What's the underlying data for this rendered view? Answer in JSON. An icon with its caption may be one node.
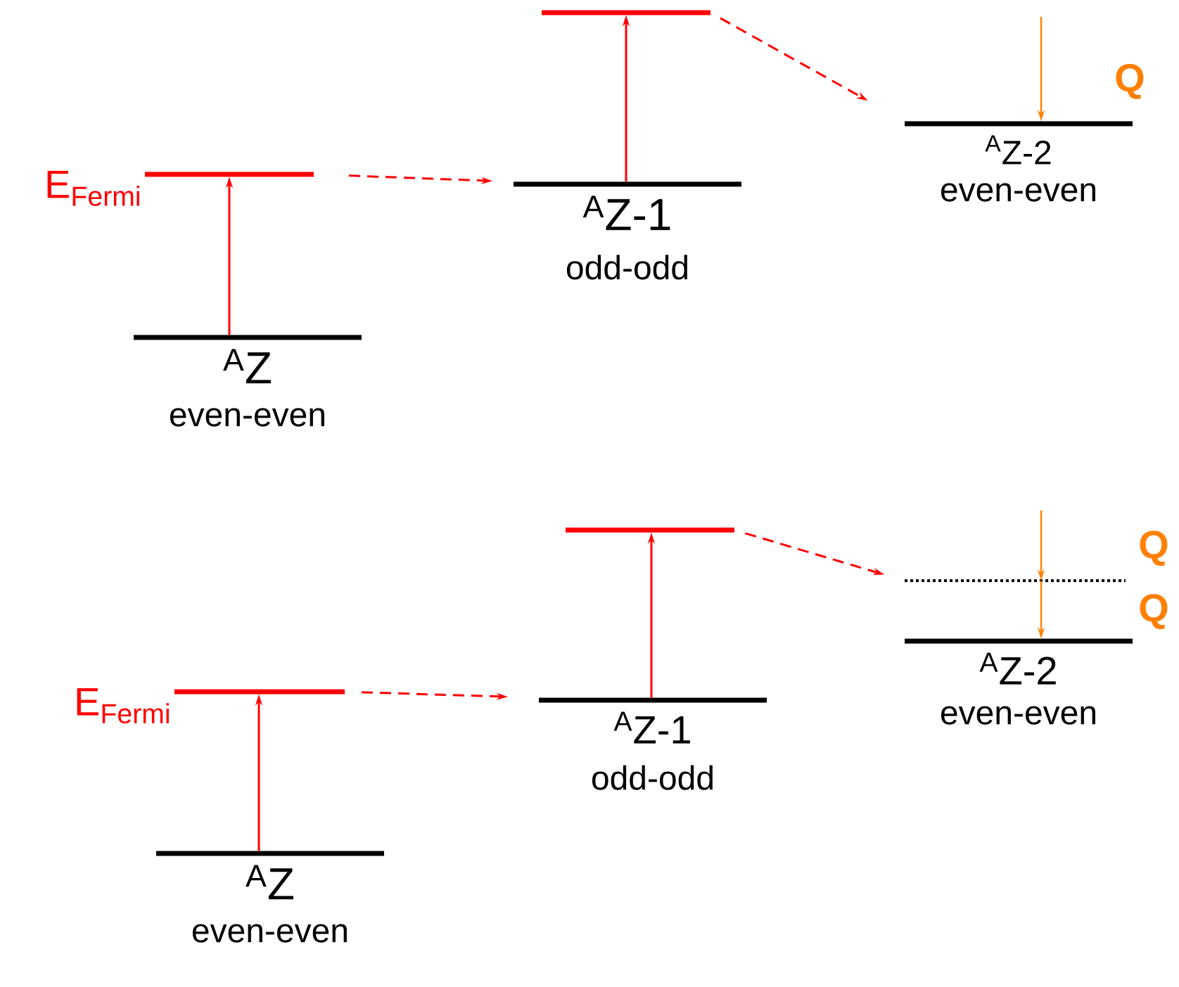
{
  "diagram": {
    "nodes": [
      {
        "text": [
          "$^{A}$Z",
          "even-even"
        ]
      },
      {
        "text": [],
        "shape": "bar",
        "beside": [
          "E$_{Fermi}$"
        ]
      },
      {
        "text": [
          "$^{A}$Z-1",
          "odd-odd"
        ]
      },
      {
        "text": [],
        "shape": "bar"
      },
      {
        "text": [
          "$^{A}$Z-2",
          "even-even"
        ]
      },
      {
        "text": [
          "$^{A}$Z",
          "even-even"
        ]
      },
      {
        "text": [],
        "shape": "bar",
        "beside": [
          "E$_{Fermi}$"
        ]
      },
      {
        "text": [
          "$^{A}$Z-1",
          "odd-odd"
        ]
      },
      {
        "text": [],
        "shape": "bar"
      },
      {
        "text": [],
        "shape": "bar"
      },
      {
        "text": [
          "$^{A}$Z-2",
          "even-even"
        ]
      }
    ],
    "edges": [
      {
        "from": 0,
        "to": 1,
        "arrow": "to"
      },
      {
        "from": 1,
        "to": 2,
        "arrow": "to",
        "style": "dashed"
      },
      {
        "from": 2,
        "to": 3,
        "arrow": "to"
      },
      {
        "from": 3,
        "to": 4,
        "arrow": "to",
        "style": "dashed"
      },
      {
        "from": null,
        "to": 4,
        "arrow": "to",
        "label": "Q",
        "color": "#ff8000"
      },
      {
        "from": 5,
        "to": 6,
        "arrow": "to"
      },
      {
        "from": 6,
        "to": 7,
        "arrow": "to",
        "style": "dashed"
      },
      {
        "from": 7,
        "to": 8,
        "arrow": "to"
      },
      {
        "from": 8,
        "to": 9,
        "arrow": "to",
        "style": "dashed"
      },
      {
        "from": null,
        "to": 9,
        "arrow": "to",
        "label": "Q",
        "color": "#ff8000"
      },
      {
        "from": 9,
        "to": 10,
        "arrow": "to",
        "label": "Q",
        "color": "#ff8000"
      }
    ]
  }
}
